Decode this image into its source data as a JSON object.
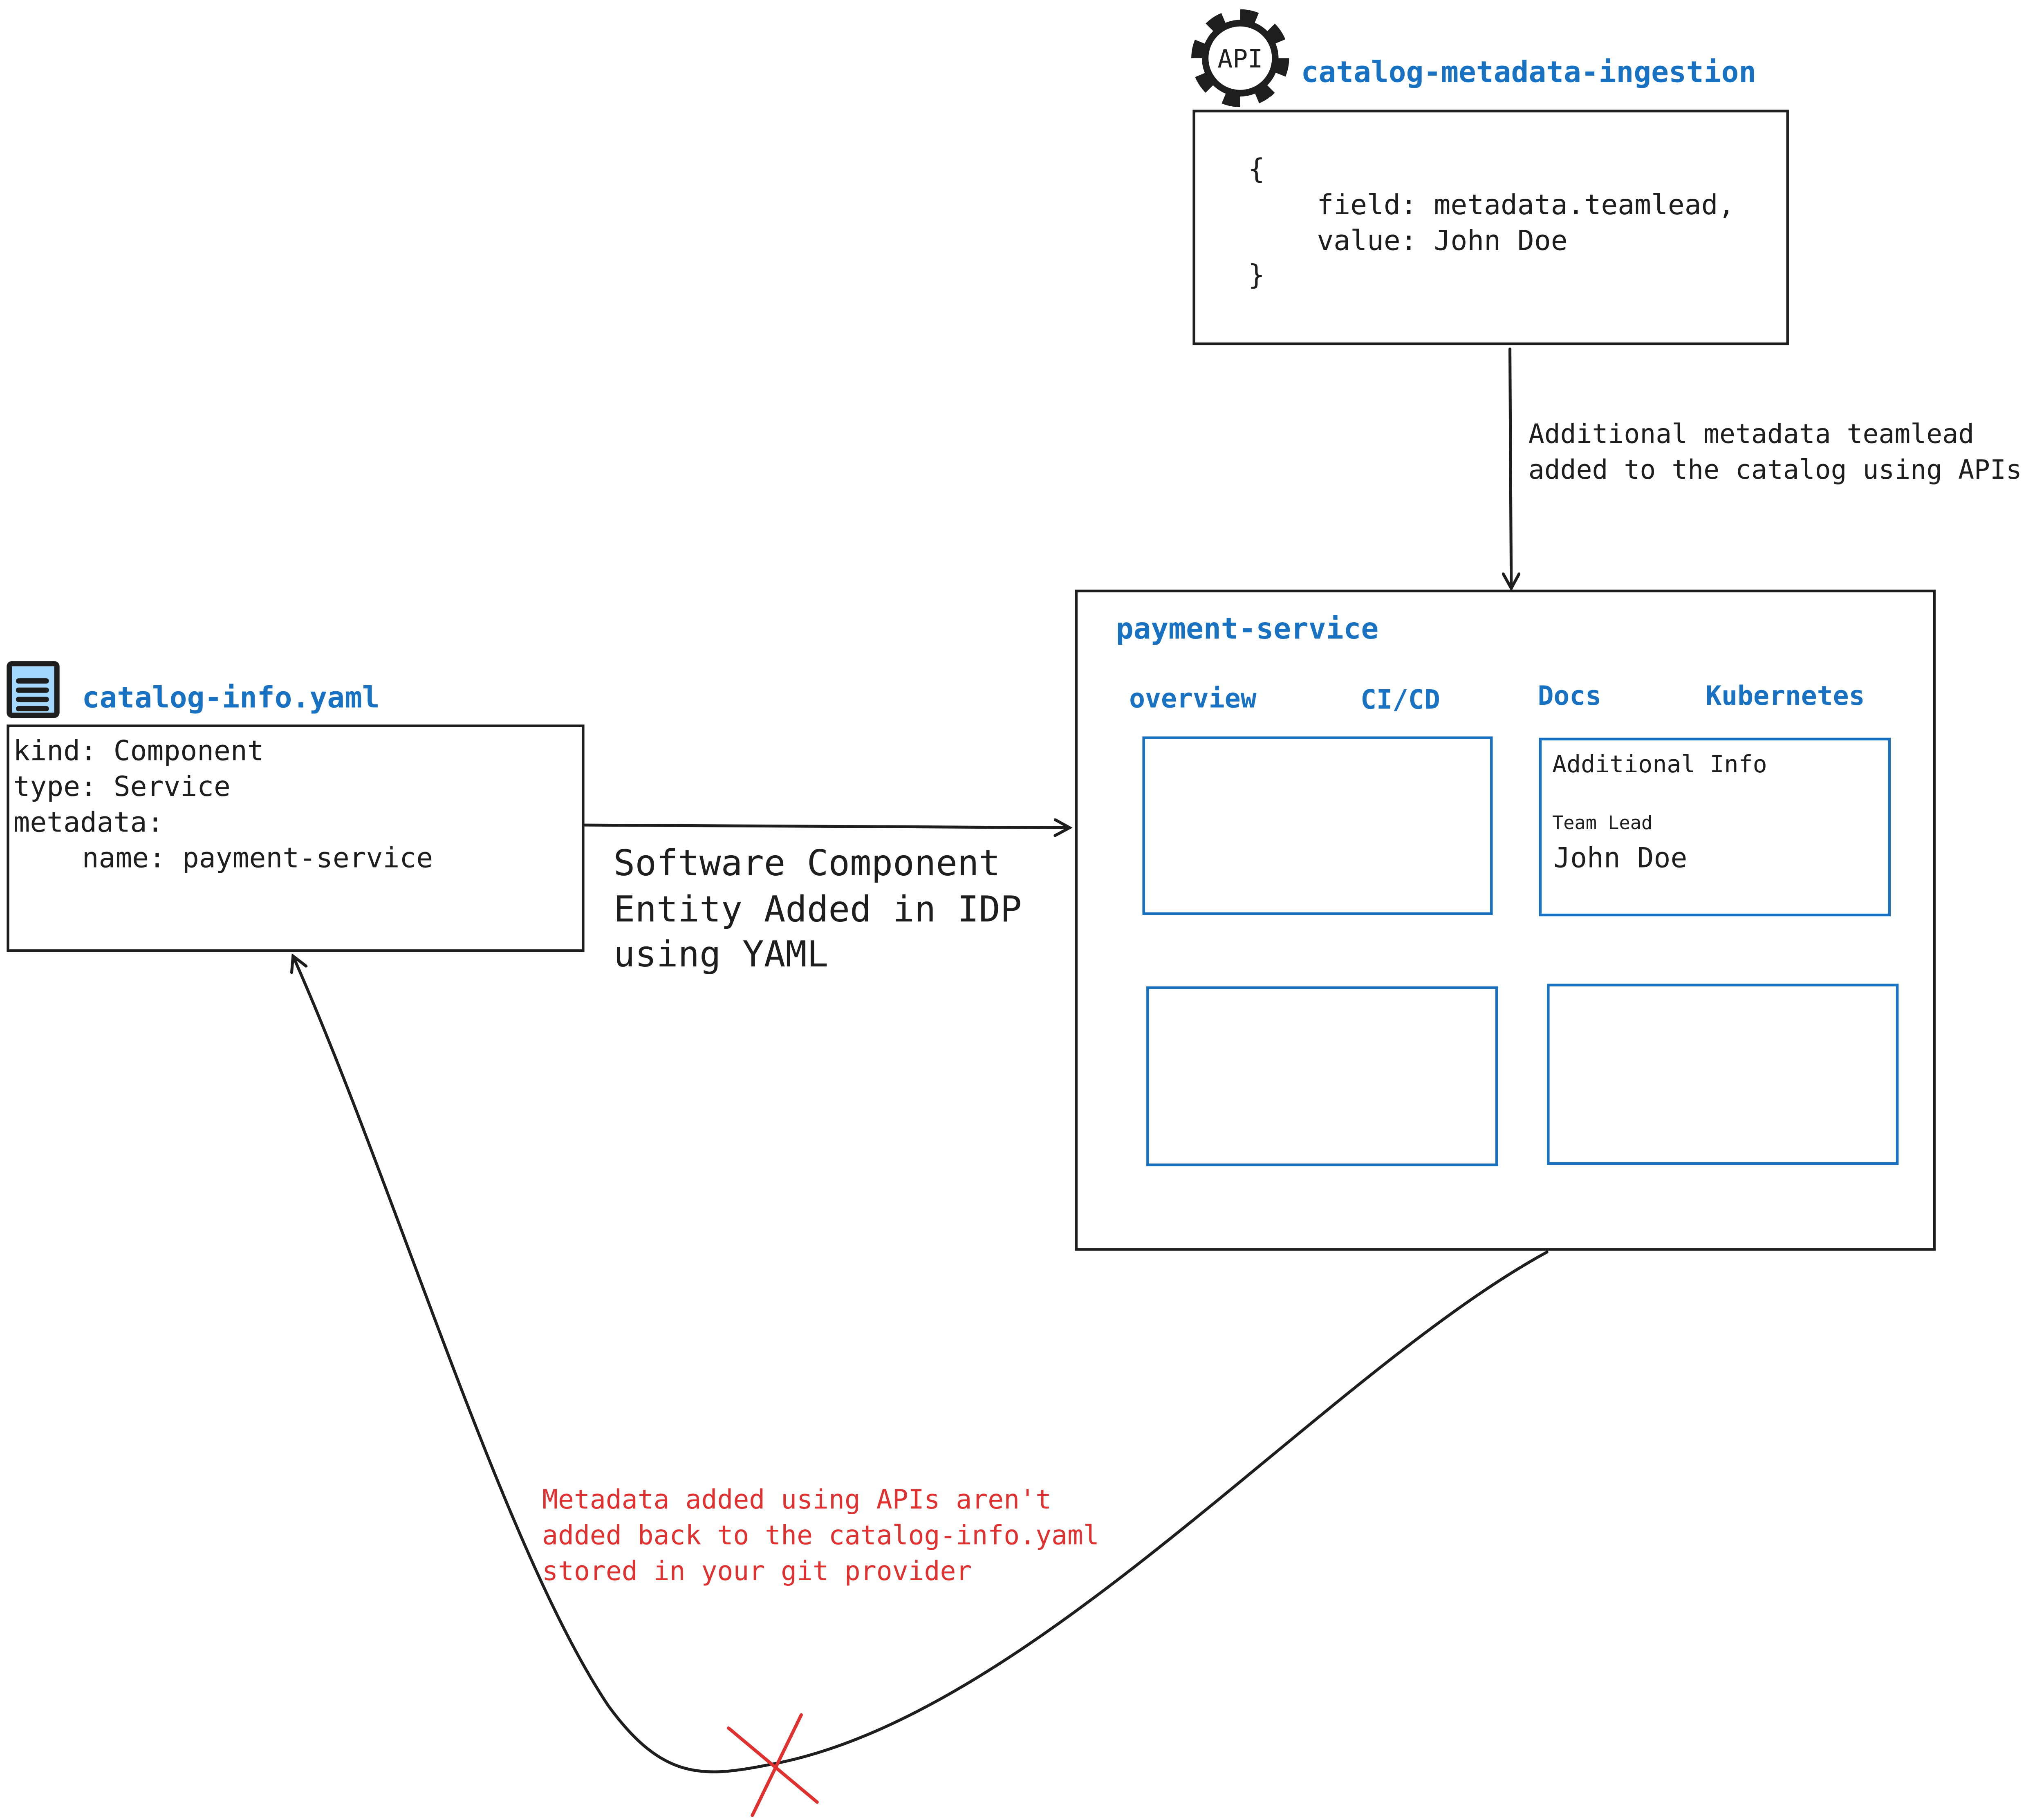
{
  "api_service": {
    "icon": "api-gear-icon",
    "icon_text": "API",
    "title": "catalog-metadata-ingestion",
    "code": [
      "{",
      "field: metadata.teamlead,",
      "value: John Doe",
      "}"
    ]
  },
  "api_arrow_label": [
    "Additional metadata teamlead",
    "added to the catalog using APIs"
  ],
  "yaml_file": {
    "icon": "document-icon",
    "title": "catalog-info.yaml",
    "code": [
      "kind: Component",
      "type: Service",
      "metadata:",
      "name: payment-service"
    ]
  },
  "yaml_arrow_label": [
    "Software Component",
    "Entity Added in IDP",
    "using YAML"
  ],
  "service": {
    "title": "payment-service",
    "tabs": [
      "overview",
      "CI/CD",
      "Docs",
      "Kubernetes"
    ],
    "info_card": {
      "title": "Additional Info",
      "field_label": "Team Lead",
      "field_value": "John Doe"
    }
  },
  "warning": [
    "Metadata added using APIs aren't",
    "added back to the catalog-info.yaml",
    "stored in your git provider"
  ],
  "colors": {
    "accent": "#1971c2",
    "warning": "#e03131",
    "stroke": "#1e1e1e",
    "doc_fill": "#a5d8ff"
  }
}
